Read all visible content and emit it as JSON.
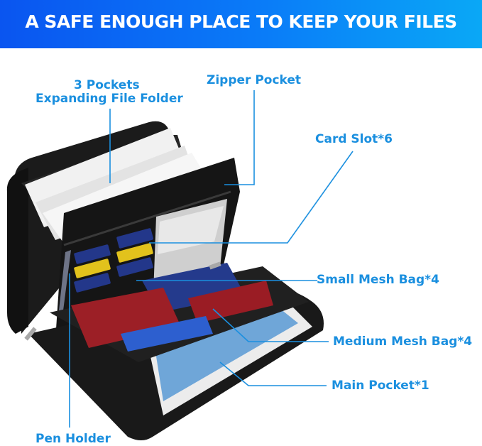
{
  "banner": {
    "title": "A SAFE ENOUGH PLACE TO KEEP YOUR FILES",
    "gradient_start": "#0a55f0",
    "gradient_end": "#0aa8f6"
  },
  "product": {
    "description": "Black zippered document organizer case with expanding file folder, card slots, passports and tablet"
  },
  "callouts": [
    {
      "id": "expanding-folder",
      "line1": "3 Pockets",
      "line2": "Expanding File Folder"
    },
    {
      "id": "zipper-pocket",
      "label": "Zipper Pocket"
    },
    {
      "id": "card-slot",
      "label": "Card Slot*6"
    },
    {
      "id": "small-mesh-bag",
      "label": "Small Mesh Bag*4"
    },
    {
      "id": "medium-mesh-bag",
      "label": "Medium Mesh Bag*4"
    },
    {
      "id": "main-pocket",
      "label": "Main Pocket*1"
    },
    {
      "id": "pen-holder",
      "label": "Pen Holder"
    }
  ],
  "colors": {
    "callout_text": "#1a8fdf",
    "callout_line": "#1a8fdf"
  }
}
